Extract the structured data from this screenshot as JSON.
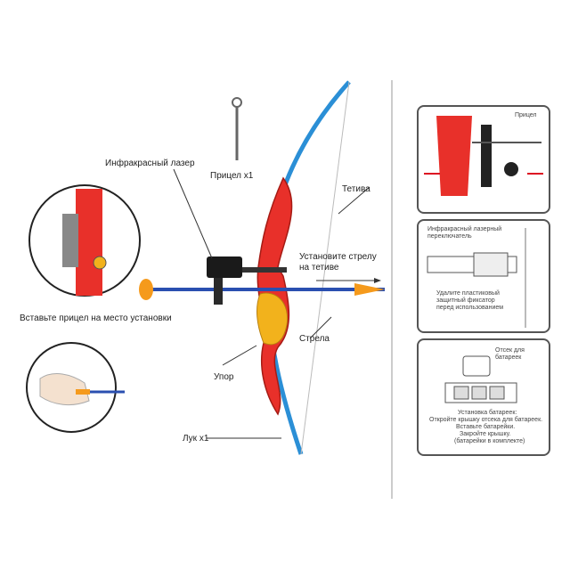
{
  "labels": {
    "infrared_laser": "Инфракрасный лазер",
    "sight": "Прицел х1",
    "string": "Тетива",
    "set_arrow_line1": "Установите стрелу",
    "set_arrow_line2": "на тетиве",
    "arrow": "Стрела",
    "rest": "Упор",
    "bow": "Лук х1",
    "insert_sight": "Вставьте прицел на место установки"
  },
  "panels": {
    "sight_panel": {
      "label": "Прицел"
    },
    "laser_panel": {
      "line1": "Инфракрасный лазерный",
      "line2": "переключатель",
      "note1": "Удалите пластиковый",
      "note2": "защитный фиксатор",
      "note3": "перед использованием"
    },
    "battery_panel": {
      "title1": "Отсек для",
      "title2": "батареек",
      "text1": "Установка батареек:",
      "text2": "Откройте крышку отсека для батареек.",
      "text3": "Вставьте батарейки.",
      "text4": "Закройте крышку.",
      "text5": "(батарейки в комплекте)"
    }
  },
  "colors": {
    "bow_red": "#e8302a",
    "limb_blue": "#2b8fd6",
    "grip_yellow": "#f2b21c",
    "arrow_blue": "#2a4fb0",
    "fletch_orange": "#f59a1c",
    "laser_black": "#1a1a1a"
  }
}
